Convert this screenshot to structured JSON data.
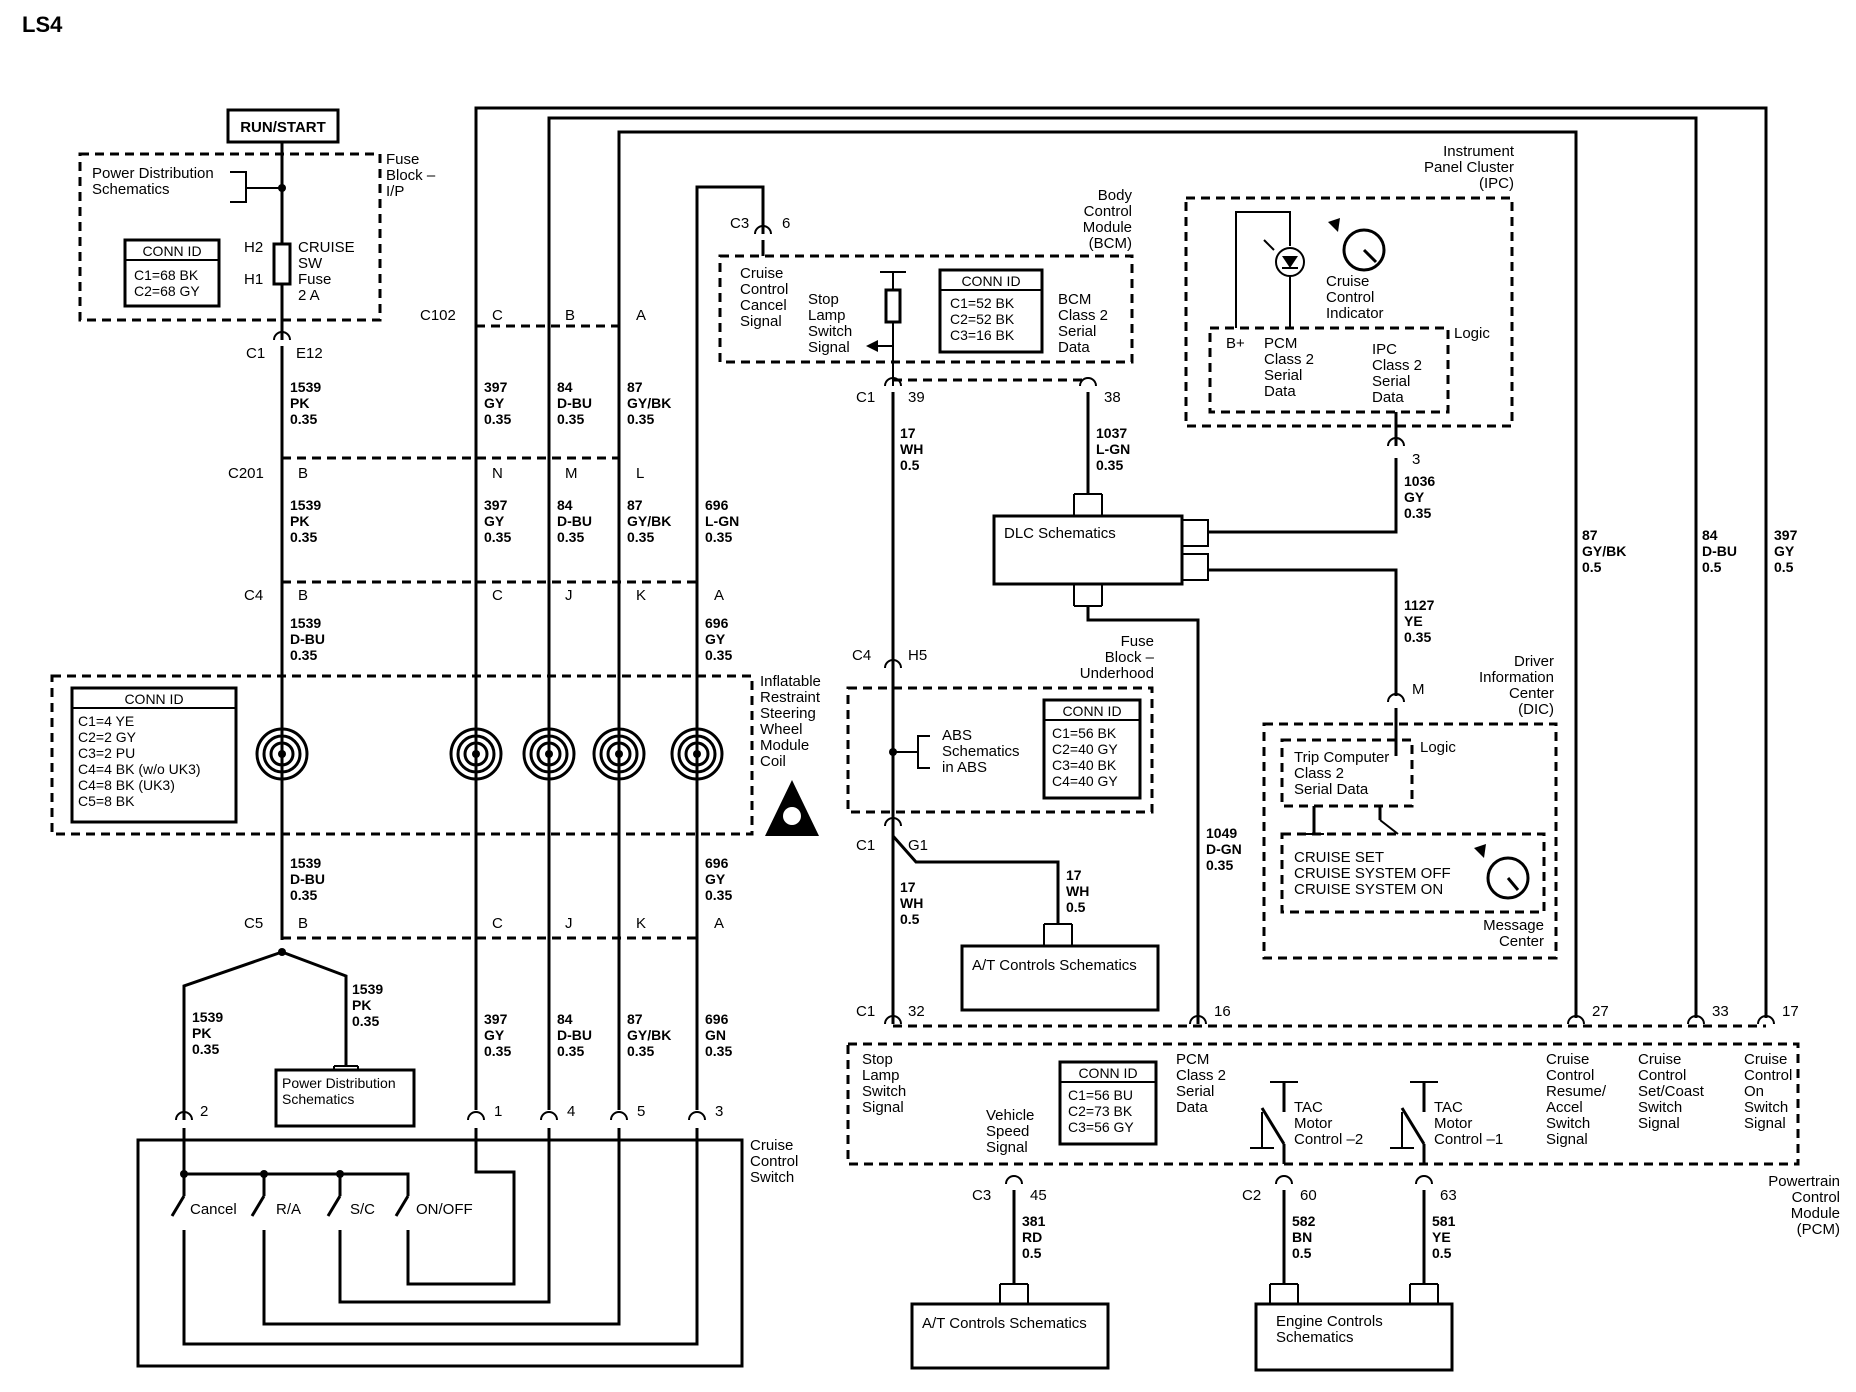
{
  "page_title": "LS4",
  "run_start": "RUN/START",
  "power_dist": {
    "text": [
      "Power Distribution",
      "Schematics"
    ]
  },
  "fuse_block_ip": [
    "Fuse",
    "Block –",
    "I/P"
  ],
  "conn_id_fuse": {
    "header": "CONN ID",
    "rows": [
      "C1=68 BK",
      "C2=68 GY"
    ]
  },
  "cruise_fuse": {
    "pins": [
      "H2",
      "H1"
    ],
    "label": [
      "CRUISE",
      "SW",
      "Fuse",
      "2 A"
    ]
  },
  "connectors": {
    "c1_e12": [
      "C1",
      "E12"
    ],
    "c102": [
      "C102",
      "C",
      "B",
      "A"
    ],
    "c201": [
      "C201",
      "B",
      "N",
      "M",
      "L"
    ],
    "c4_top": [
      "C4",
      "B",
      "C",
      "J",
      "K",
      "A"
    ],
    "c5": [
      "C5",
      "B",
      "C",
      "J",
      "K",
      "A"
    ],
    "c3_6": [
      "C3",
      "6"
    ],
    "c1_39": [
      "C1",
      "39"
    ],
    "bcm_38": "38",
    "ipc_3": "3",
    "c4_h5": [
      "C4",
      "H5"
    ],
    "c1_g1": [
      "C1",
      "G1"
    ],
    "dic_m": "M",
    "pcm_c1": [
      "C1",
      "32",
      "16",
      "27",
      "33",
      "17"
    ],
    "c3_45": [
      "C3",
      "45"
    ],
    "c2": [
      "C2",
      "60",
      "63"
    ],
    "switch_pins": [
      "2",
      "1",
      "4",
      "5",
      "3"
    ]
  },
  "wires": {
    "w1539_pk_a": [
      "1539",
      "PK",
      "0.35"
    ],
    "w1539_pk_b": [
      "1539",
      "PK",
      "0.35"
    ],
    "w1539_dbu_a": [
      "1539",
      "D-BU",
      "0.35"
    ],
    "w1539_dbu_b": [
      "1539",
      "D-BU",
      "0.35"
    ],
    "w1539_pk_c": [
      "1539",
      "PK",
      "0.35"
    ],
    "w1539_pk_d": [
      "1539",
      "PK",
      "0.35"
    ],
    "w397_a": [
      "397",
      "GY",
      "0.35"
    ],
    "w397_b": [
      "397",
      "GY",
      "0.35"
    ],
    "w397_c": [
      "397",
      "GY",
      "0.35"
    ],
    "w84_a": [
      "84",
      "D-BU",
      "0.35"
    ],
    "w84_b": [
      "84",
      "D-BU",
      "0.35"
    ],
    "w84_c": [
      "84",
      "D-BU",
      "0.35"
    ],
    "w87_a": [
      "87",
      "GY/BK",
      "0.35"
    ],
    "w87_b": [
      "87",
      "GY/BK",
      "0.35"
    ],
    "w87_c": [
      "87",
      "GY/BK",
      "0.35"
    ],
    "w696_lgn": [
      "696",
      "L-GN",
      "0.35"
    ],
    "w696_gy_a": [
      "696",
      "GY",
      "0.35"
    ],
    "w696_gy_b": [
      "696",
      "GY",
      "0.35"
    ],
    "w696_gn": [
      "696",
      "GN",
      "0.35"
    ],
    "w17_a": [
      "17",
      "WH",
      "0.5"
    ],
    "w17_b": [
      "17",
      "WH",
      "0.5"
    ],
    "w17_c": [
      "17",
      "WH",
      "0.5"
    ],
    "w1037": [
      "1037",
      "L-GN",
      "0.35"
    ],
    "w1036": [
      "1036",
      "GY",
      "0.35"
    ],
    "w1127": [
      "1127",
      "YE",
      "0.35"
    ],
    "w1049": [
      "1049",
      "D-GN",
      "0.35"
    ],
    "w87_right": [
      "87",
      "GY/BK",
      "0.5"
    ],
    "w84_right": [
      "84",
      "D-BU",
      "0.5"
    ],
    "w397_right": [
      "397",
      "GY",
      "0.5"
    ],
    "w381": [
      "381",
      "RD",
      "0.5"
    ],
    "w582": [
      "582",
      "BN",
      "0.5"
    ],
    "w581": [
      "581",
      "YE",
      "0.5"
    ]
  },
  "irsw": {
    "title": [
      "Inflatable",
      "Restraint",
      "Steering",
      "Wheel",
      "Module",
      "Coil"
    ],
    "conn_header": "CONN ID",
    "conn_rows": [
      "C1=4 YE",
      "C2=2 GY",
      "C3=2 PU",
      "C4=4 BK (w/o UK3)",
      "C4=8 BK (UK3)",
      "C5=8 BK"
    ]
  },
  "power_dist_bottom": [
    "Power Distribution",
    "Schematics"
  ],
  "cruise_switch": {
    "title": [
      "Cruise",
      "Control",
      "Switch"
    ],
    "switches": [
      "Cancel",
      "R/A",
      "S/C",
      "ON/OFF"
    ]
  },
  "bcm": {
    "title": [
      "Body",
      "Control",
      "Module",
      "(BCM)"
    ],
    "cancel": [
      "Cruise",
      "Control",
      "Cancel",
      "Signal"
    ],
    "stop": [
      "Stop",
      "Lamp",
      "Switch",
      "Signal"
    ],
    "serial": [
      "BCM",
      "Class 2",
      "Serial",
      "Data"
    ],
    "conn_header": "CONN ID",
    "conn_rows": [
      "C1=52 BK",
      "C2=52 BK",
      "C3=16 BK"
    ]
  },
  "ipc": {
    "title": [
      "Instrument",
      "Panel Cluster",
      "(IPC)"
    ],
    "indicator": [
      "Cruise",
      "Control",
      "Indicator"
    ],
    "logic": "Logic",
    "bplus": "B+",
    "pcm_serial": [
      "PCM",
      "Class 2",
      "Serial",
      "Data"
    ],
    "ipc_serial": [
      "IPC",
      "Class 2",
      "Serial",
      "Data"
    ]
  },
  "dlc": "DLC Schematics",
  "fuse_underhood": [
    "Fuse",
    "Block –",
    "Underhood"
  ],
  "abs": {
    "text": [
      "ABS",
      "Schematics",
      "in ABS"
    ],
    "conn_header": "CONN ID",
    "conn_rows": [
      "C1=56 BK",
      "C2=40 GY",
      "C3=40 BK",
      "C4=40 GY"
    ]
  },
  "at_controls_mid": "A/T Controls Schematics",
  "dic": {
    "title": [
      "Driver",
      "Information",
      "Center",
      "(DIC)"
    ],
    "logic": "Logic",
    "trip": [
      "Trip Computer",
      "Class 2",
      "Serial Data"
    ],
    "messages": [
      "CRUISE SET",
      "CRUISE SYSTEM OFF",
      "CRUISE SYSTEM ON"
    ],
    "msg_center": [
      "Message",
      "Center"
    ]
  },
  "pcm": {
    "title": [
      "Powertrain",
      "Control",
      "Module",
      "(PCM)"
    ],
    "stop": [
      "Stop",
      "Lamp",
      "Switch",
      "Signal"
    ],
    "vss": [
      "Vehicle",
      "Speed",
      "Signal"
    ],
    "serial": [
      "PCM",
      "Class 2",
      "Serial",
      "Data"
    ],
    "conn_header": "CONN ID",
    "conn_rows": [
      "C1=56 BU",
      "C2=73 BK",
      "C3=56 GY"
    ],
    "tac2": [
      "TAC",
      "Motor",
      "Control –2"
    ],
    "tac1": [
      "TAC",
      "Motor",
      "Control –1"
    ],
    "resume": [
      "Cruise",
      "Control",
      "Resume/",
      "Accel",
      "Switch",
      "Signal"
    ],
    "setcoast": [
      "Cruise",
      "Control",
      "Set/Coast",
      "Switch",
      "Signal"
    ],
    "onsw": [
      "Cruise",
      "Control",
      "On",
      "Switch",
      "Signal"
    ]
  },
  "at_controls_bottom": "A/T Controls Schematics",
  "engine_controls": [
    "Engine Controls",
    "Schematics"
  ]
}
